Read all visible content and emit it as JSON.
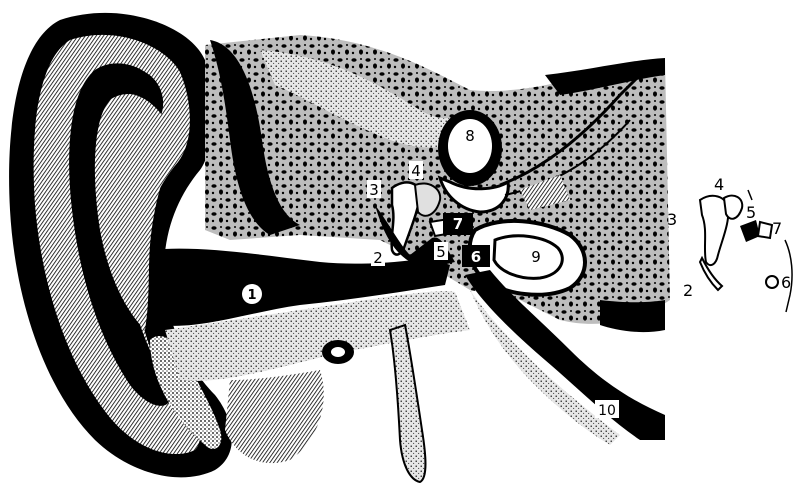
{
  "labels": {
    "ear_canal": "1",
    "eardrum": "2",
    "malleus": "3",
    "incus": "4",
    "stapes": "5",
    "round_window": "6",
    "oval_window": "7",
    "semicircular_canals": "8",
    "cochlea": "9",
    "eustachian_tube": "10"
  },
  "inset_labels": {
    "malleus": "3",
    "incus": "4",
    "stapes": "5",
    "oval_window": "7",
    "round_window": "6",
    "eardrum": "2"
  },
  "colors": {
    "ink": "#000000",
    "paper": "#ffffff",
    "bone": "#d9d9d9",
    "tissue": "#8c8c8c"
  }
}
